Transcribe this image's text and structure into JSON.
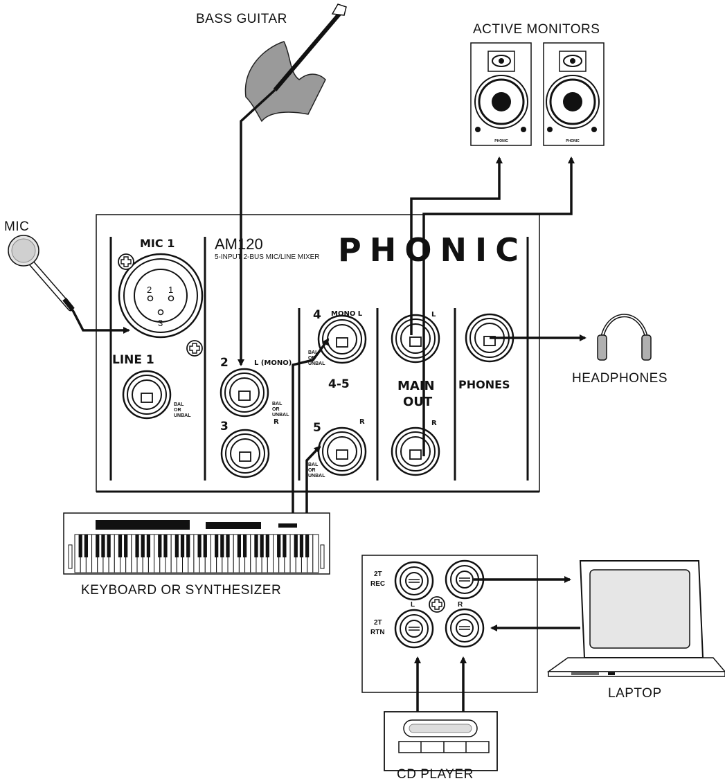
{
  "labels": {
    "bass_guitar": "BASS GUITAR",
    "active_monitors": "ACTIVE MONITORS",
    "mic": "MIC",
    "headphones": "HEADPHONES",
    "keyboard": "KEYBOARD  OR SYNTHESIZER",
    "laptop": "LAPTOP",
    "cd_player": "CD  PLAYER"
  },
  "mixer": {
    "model": "AM120",
    "subtitle": "5-INPUT 2-BUS MIC/LINE MIXER",
    "brand": "PHONIC",
    "mic1": "MIC 1",
    "line1": "LINE  1",
    "xlr_pin1": "1",
    "xlr_pin2": "2",
    "xlr_pin3": "3",
    "bal_l1": "BAL",
    "or_l1": "OR",
    "unbal_l1": "UNBAL",
    "ch2": "2",
    "ch2_tag": "L  (MONO)",
    "bal_ch2": "BAL",
    "or_ch2": "OR",
    "unbal_ch2": "UNBAL",
    "ch3": "3",
    "ch3_tag": "R",
    "ch4": "4",
    "ch4_tag": "MONO L",
    "bal_ch4": "BAL",
    "or_ch4": "OR",
    "unbal_ch4": "UNBAL",
    "ch45": "4-5",
    "ch5": "5",
    "ch5_tag": "R",
    "bal_ch5": "BAL",
    "or_ch5": "OR",
    "unbal_ch5": "UNBAL",
    "main": "MAIN",
    "out": "OUT",
    "main_l": "L",
    "main_r": "R",
    "phones": "PHONES"
  },
  "rear_panel": {
    "rec_2t": "2T",
    "rec_label": "REC",
    "rtn_2t": "2T",
    "rtn_label": "RTN",
    "left": "L",
    "right": "R"
  },
  "monitor_brand": "PHONIC"
}
